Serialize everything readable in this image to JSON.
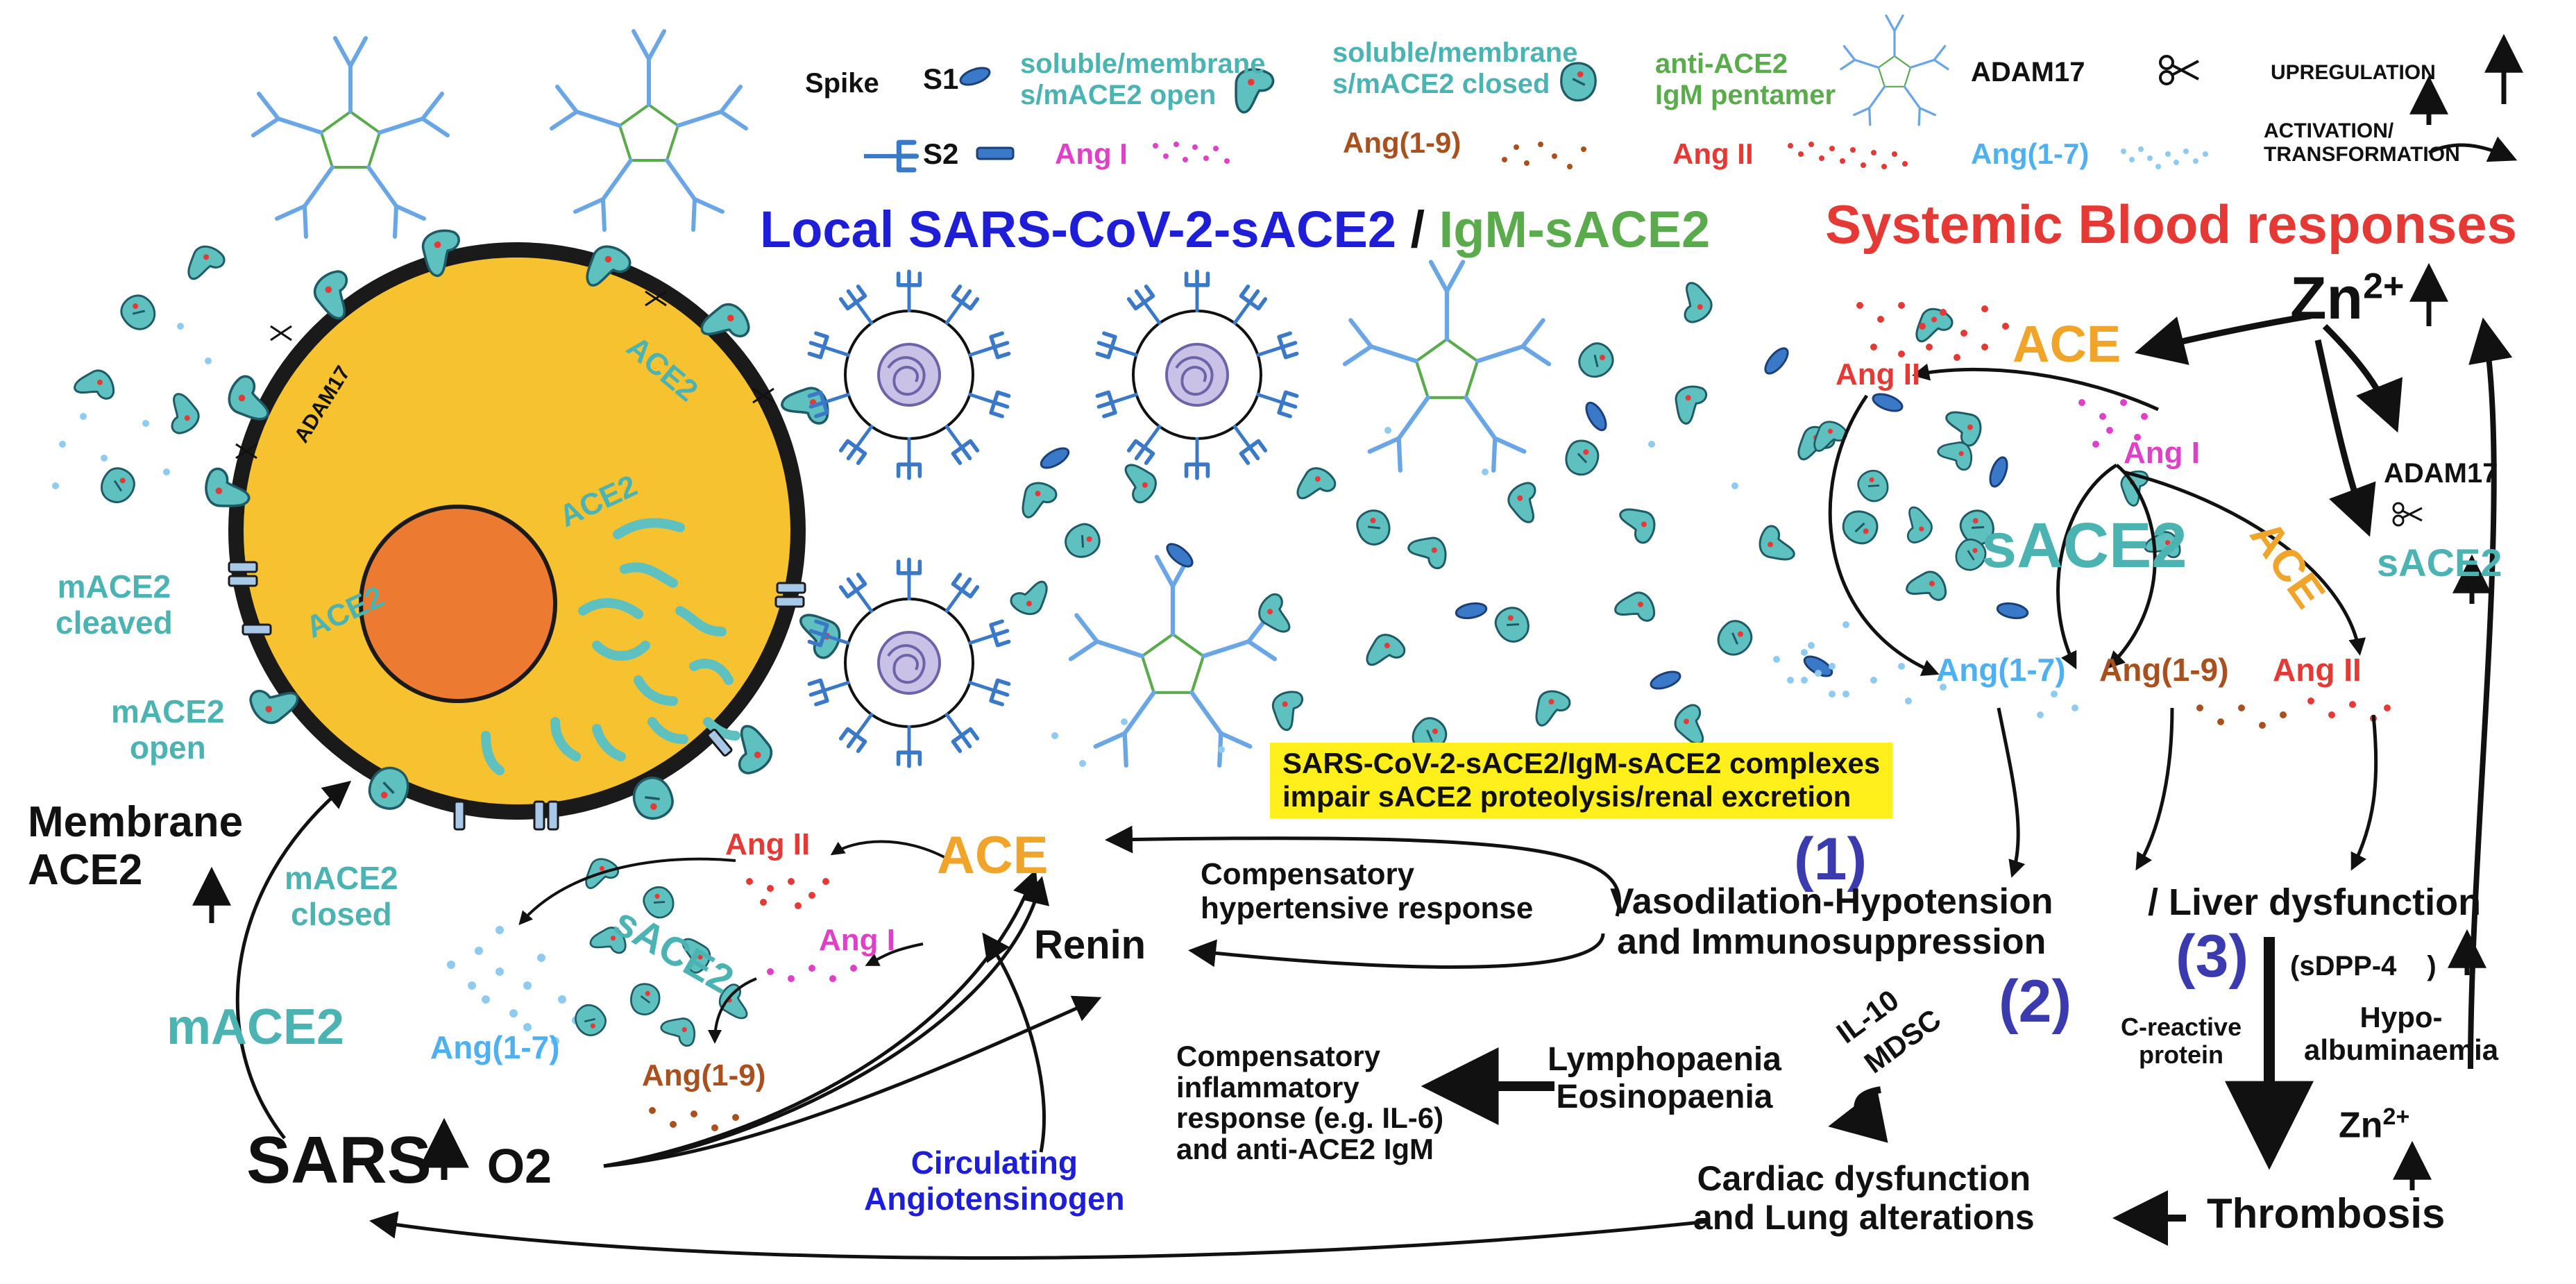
{
  "colors": {
    "cell_fill": "#f6c230",
    "nucleus_fill": "#ec7b31",
    "ace2_teal": "#5fc0c0",
    "spike_blue": "#3a78c8",
    "igm_blue": "#6aa6e6",
    "igm_core_green": "#5aab4b",
    "ang1_magenta": "#e040c8",
    "ang2_red": "#e53935",
    "ang19_brown": "#a8501e",
    "ang17_skyblue": "#8fcbf0",
    "highlight_yellow": "#ffef1a"
  },
  "legend": {
    "spike": "Spike",
    "s1": "S1",
    "s2": "S2",
    "ace2_open": "soluble/membrane\ns/mACE2 open",
    "ace2_closed": "soluble/membrane\ns/mACE2 closed",
    "anti_ace2": "anti-ACE2\nIgM pentamer",
    "adam17": "ADAM17",
    "upregulation": "UPREGULATION",
    "activation": "ACTIVATION/\nTRANSFORMATION",
    "ang1": "Ang I",
    "ang19": "Ang(1-9)",
    "ang2": "Ang II",
    "ang17": "Ang(1-7)"
  },
  "header": {
    "local_part1": "Local SARS-CoV-2-sACE2",
    "local_sep": " / ",
    "local_part2": "IgM-sACE2",
    "systemic": "Systemic Blood responses"
  },
  "cell": {
    "adam17": "ADAM17",
    "ace2_top": "ACE2",
    "ace2_mid": "ACE2",
    "ace2_left": "ACE2",
    "mace2_cleaved": "mACE2\ncleaved",
    "mace2_open": "mACE2\nopen",
    "mace2_closed": "mACE2\nclosed",
    "membrane_ace2": "Membrane\nACE2",
    "mace2": "mACE2"
  },
  "local_raas": {
    "ang2": "Ang II",
    "ang1": "Ang I",
    "sace2": "sACE2",
    "ang17": "Ang(1-7)",
    "ang19": "Ang(1-9)",
    "ace": "ACE",
    "renin": "Renin",
    "compensatory_hypertensive": "Compensatory\nhypertensive response",
    "sars": "SARS",
    "o2": "O2",
    "circulating": "Circulating\nAngiotensinogen",
    "compensatory_inflammatory": "Compensatory\ninflammatory\nresponse (e.g. IL-6)\nand anti-ACE2 IgM"
  },
  "complex_note": "SARS-CoV-2-sACE2/IgM-sACE2 complexes\nimpair sACE2 proteolysis/renal excretion",
  "systemic": {
    "zn": "Zn",
    "zn_sup": "2+",
    "ace_top": "ACE",
    "ang2_top": "Ang II",
    "ang1": "Ang I",
    "sace2_big": "sACE2",
    "ace_rot": "ACE",
    "adam17": "ADAM17",
    "sace2_small": "sACE2",
    "ang17": "Ang(1-7)",
    "ang19": "Ang(1-9)",
    "ang2_bot": "Ang II"
  },
  "outcomes": {
    "num1": "(1)",
    "num2": "(2)",
    "num3": "(3)",
    "vasodilation": "Vasodilation-Hypotension\nand Immunosuppression",
    "liver": "/ Liver dysfunction",
    "sdpp4": "(sDPP-4",
    "sdpp4_close": ")",
    "il10": "IL-10",
    "mdsc": "MDSC",
    "lympho": "Lymphopaenia\nEosinopaenia",
    "crp": "C-reactive\nprotein",
    "hypo": "Hypo-\nalbuminaemia",
    "zn": "Zn",
    "zn_sup": "2+",
    "cardiac": "Cardiac dysfunction\nand Lung alterations",
    "thrombosis": "Thrombosis"
  }
}
